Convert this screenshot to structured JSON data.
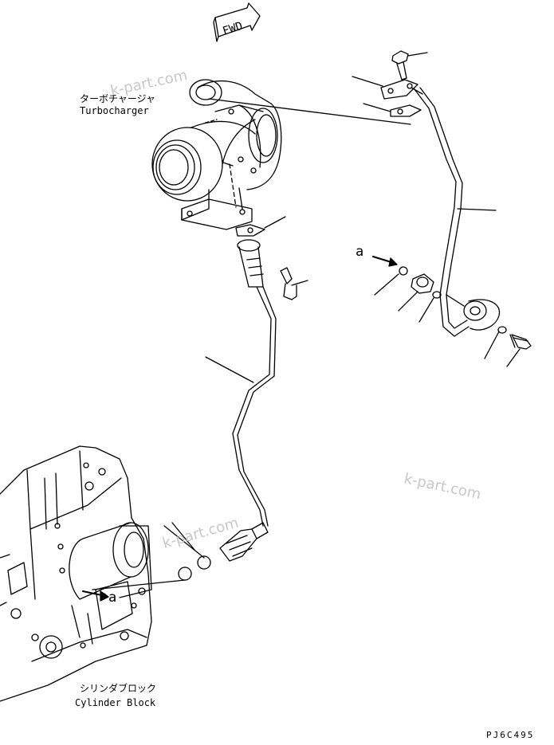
{
  "fwd_label": "FWD",
  "turbocharger": {
    "label_jp": "ターボチャージャ",
    "label_en": "Turbocharger"
  },
  "cylinder_block": {
    "label_jp": "シリンダブロック",
    "label_en": "Cylinder Block"
  },
  "callout_a_top": "a",
  "callout_a_bottom": "a",
  "drawing_code": "PJ6C495",
  "watermarks": [
    "k-part.com",
    "k-part.com",
    "k-part.com"
  ]
}
